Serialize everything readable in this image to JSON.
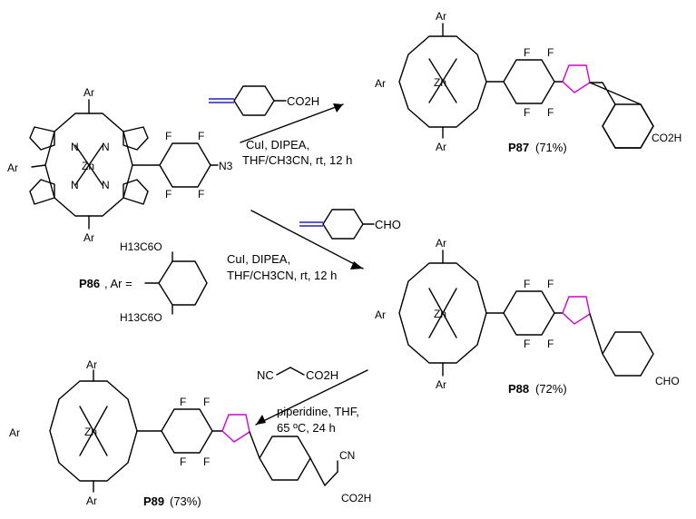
{
  "colors": {
    "triazole": "#d400d4",
    "alkyne": "#2020c8",
    "ink": "#000000"
  },
  "reactants": {
    "p86": {
      "label": "P86",
      "ar_def": ", Ar =",
      "ar_sub": "H13C6O"
    }
  },
  "steps": [
    {
      "reagent": "CO2H",
      "cond1": "CuI, DIPEA,",
      "cond2": "THF/CH3CN, rt, 12 h"
    },
    {
      "reagent": "CHO",
      "cond1": "CuI, DIPEA,",
      "cond2": "THF/CH3CN, rt, 12 h"
    },
    {
      "reagent_left": "NC",
      "reagent_right": "CO2H",
      "cond1": "piperidine, THF,",
      "cond2": "65 ºC, 24 h"
    }
  ],
  "products": [
    {
      "label": "P87",
      "yield": "(71%)",
      "group": "CO2H"
    },
    {
      "label": "P88",
      "yield": "(72%)",
      "group": "CHO"
    },
    {
      "label": "P89",
      "yield": "(73%)",
      "group_top": "CN",
      "group_bottom": "CO2H"
    }
  ],
  "atoms": {
    "ar": "Ar",
    "zn": "Zn",
    "n": "N",
    "f": "F",
    "n3": "N3"
  }
}
